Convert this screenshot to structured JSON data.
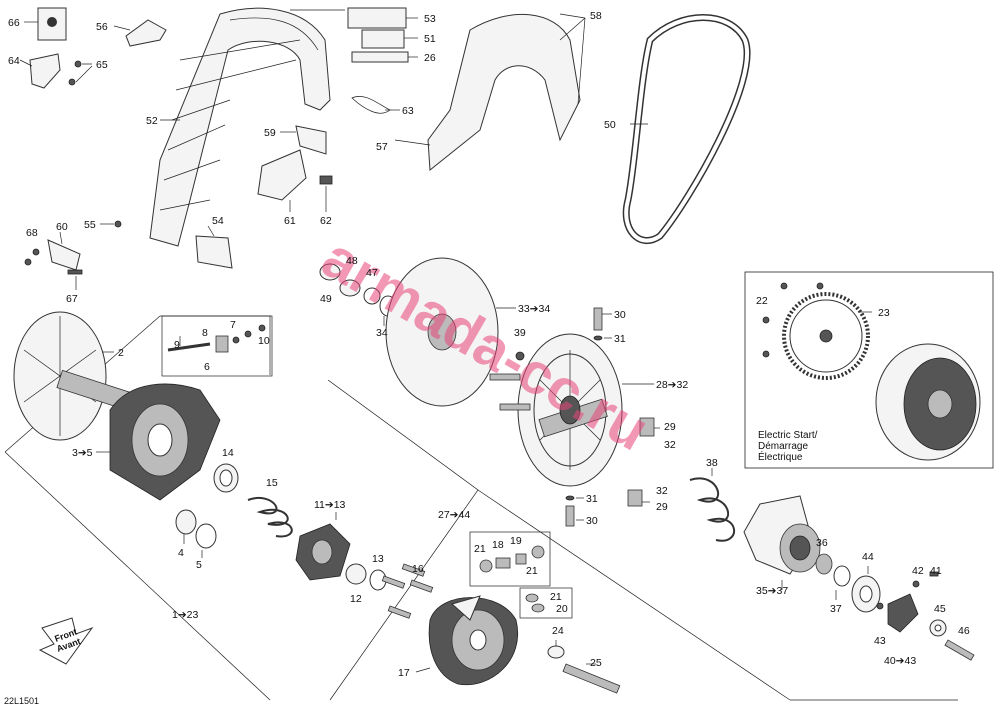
{
  "diagram_code": "22L1501",
  "watermark": "armada-cc.ru",
  "electric_start": [
    "Electric Start/",
    "Démarrage",
    "Électrique"
  ],
  "front_arrow": [
    "Front",
    "Avant"
  ],
  "labels": {
    "l66": "66",
    "l56": "56",
    "l53": "53",
    "l51": "51",
    "l26": "26",
    "l58": "58",
    "l64": "64",
    "l65": "65",
    "l52": "52",
    "l63": "63",
    "l59": "59",
    "l57": "57",
    "l50": "50",
    "l62": "62",
    "l61": "61",
    "l54": "54",
    "l55": "55",
    "l60": "60",
    "l68": "68",
    "l67": "67",
    "l48": "48",
    "l47": "47",
    "l49": "49",
    "l34": "34",
    "l33": "33➔34",
    "l30a": "30",
    "l22": "22",
    "l23": "23",
    "l39": "39",
    "l31a": "31",
    "l9": "9",
    "l8": "8",
    "l7": "7",
    "l10": "10",
    "l6": "6",
    "l2": "2",
    "l28": "28➔32",
    "l35range": "3➔5",
    "l14": "14",
    "l29a": "29",
    "l32a": "32",
    "l38": "38",
    "l15": "15",
    "l11": "11➔13",
    "l32b": "32",
    "l31b": "31",
    "l29b": "29",
    "l30b": "30",
    "l27": "27➔44",
    "l4": "4",
    "l5": "5",
    "l21a": "21",
    "l18": "18",
    "l19": "19",
    "l21b": "21",
    "l36": "36",
    "l44": "44",
    "l13": "13",
    "l16": "16",
    "l12": "12",
    "l37": "37",
    "l35": "35➔37",
    "l42": "42",
    "l41": "41",
    "l1": "1➔23",
    "l21c": "21",
    "l20": "20",
    "l45": "45",
    "l43": "43",
    "l24": "24",
    "l46": "46",
    "l25": "25",
    "l17": "17",
    "l40": "40➔43"
  }
}
